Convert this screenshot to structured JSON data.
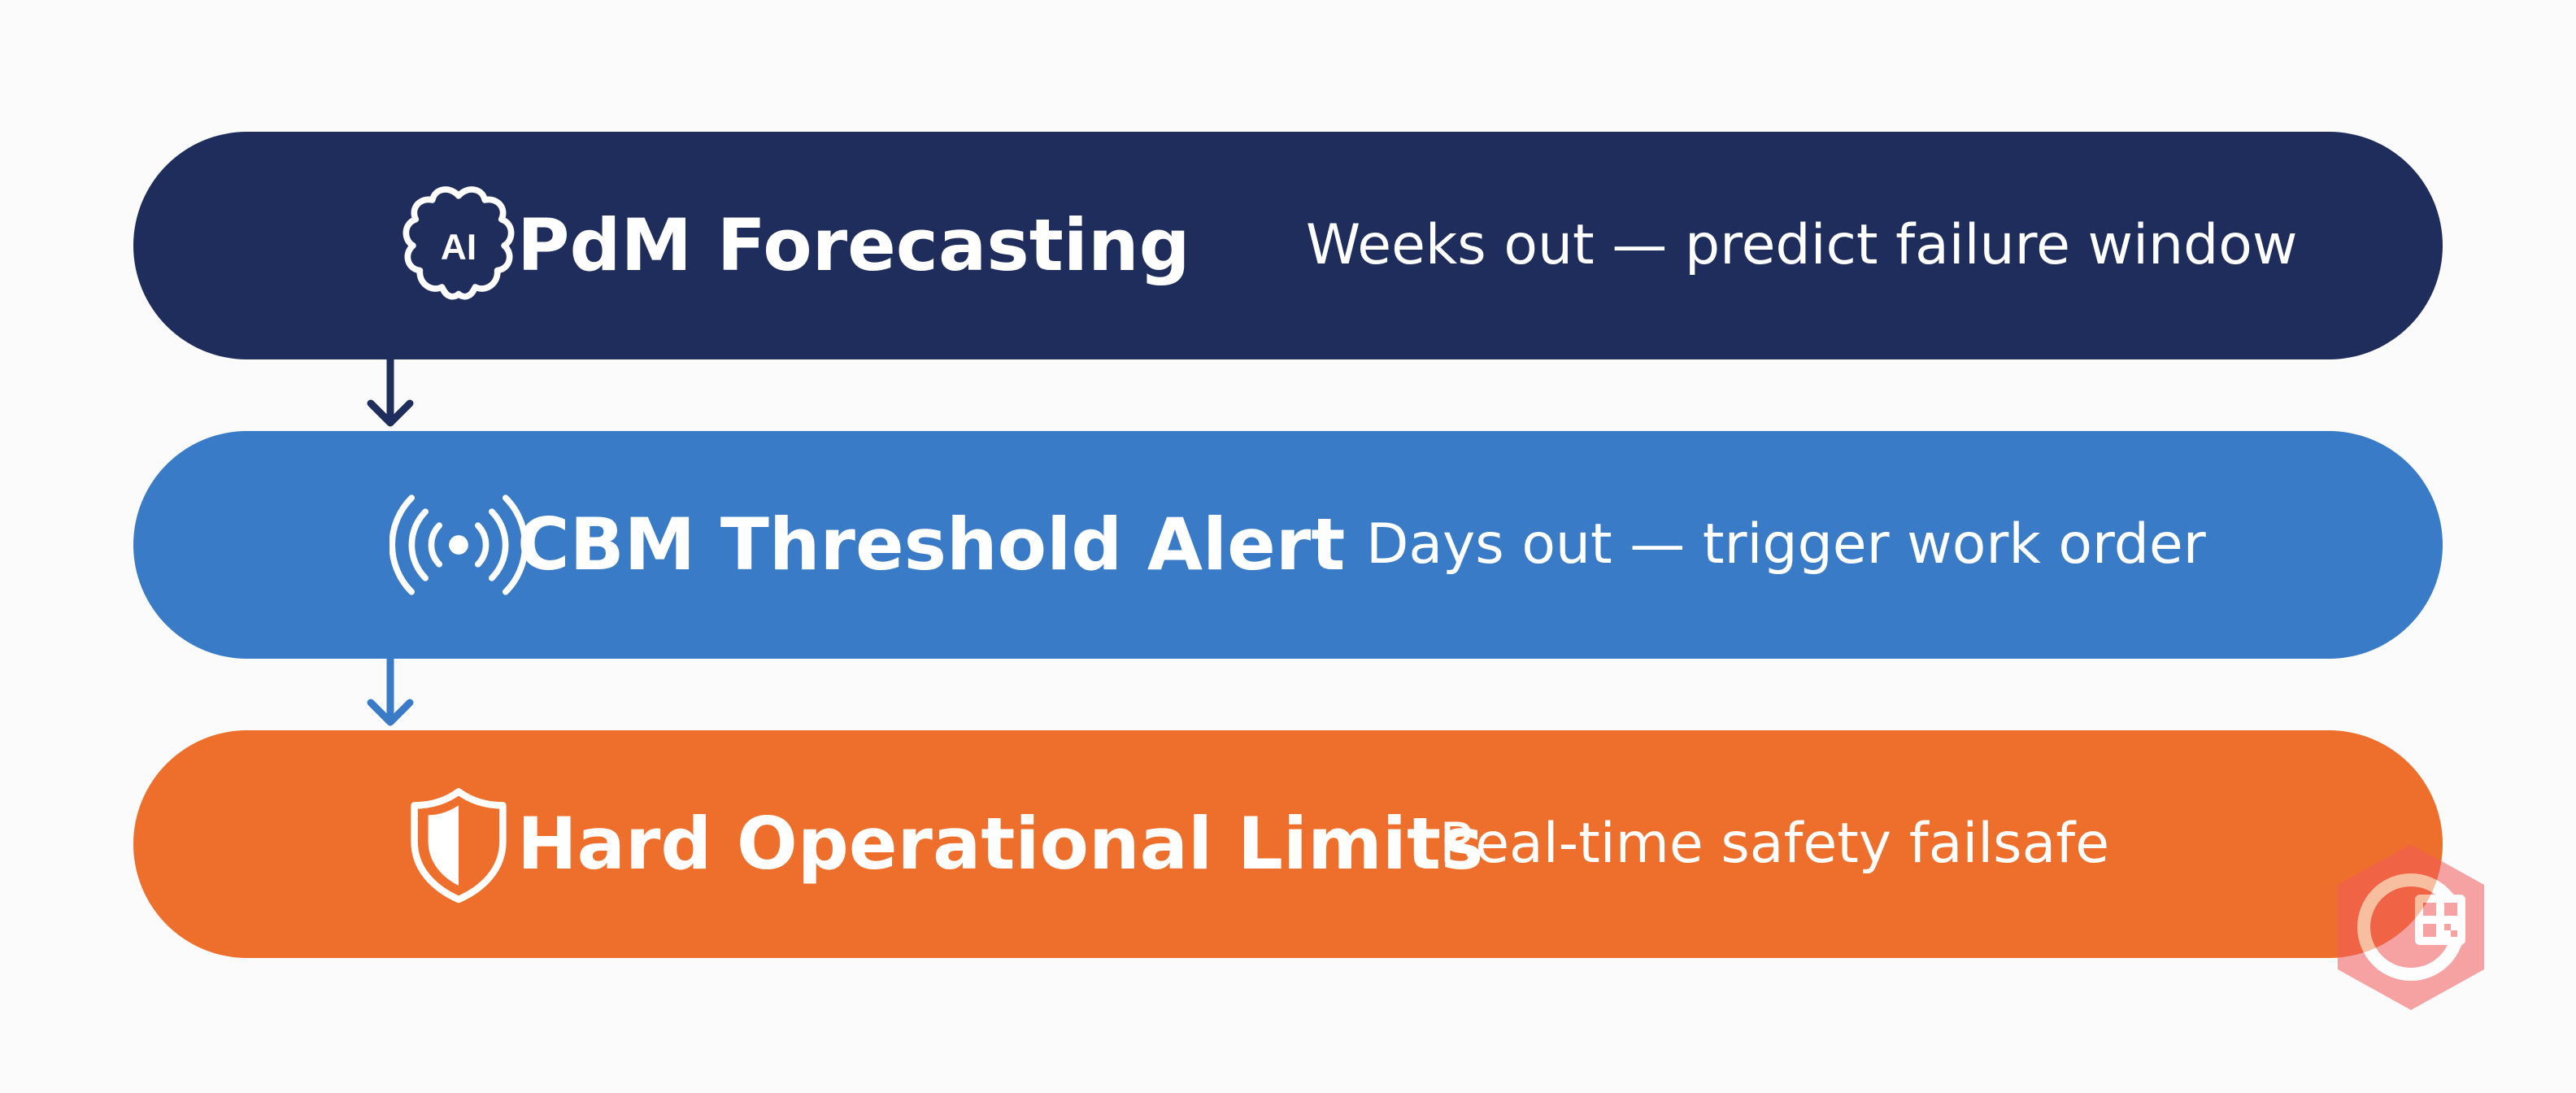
{
  "tiers": [
    {
      "title": "PdM Forecasting",
      "description": "Weeks out — predict failure window",
      "icon": "ai-brain-icon",
      "icon_text": "AI",
      "color": "#1f2d5c"
    },
    {
      "title": "CBM Threshold Alert",
      "description": "Days out — trigger work order",
      "icon": "broadcast-signal-icon",
      "color": "#3a7bc8"
    },
    {
      "title": "Hard Operational Limits",
      "description": "Real-time safety failsafe",
      "icon": "shield-icon",
      "color": "#ee6f2b"
    }
  ],
  "connectors": [
    {
      "icon": "arrow-down-icon",
      "color": "#1f2d5c"
    },
    {
      "icon": "arrow-down-icon",
      "color": "#3a7bc8"
    }
  ],
  "watermark": {
    "icon": "watermark-logo-icon",
    "color": "#f25a5a"
  }
}
